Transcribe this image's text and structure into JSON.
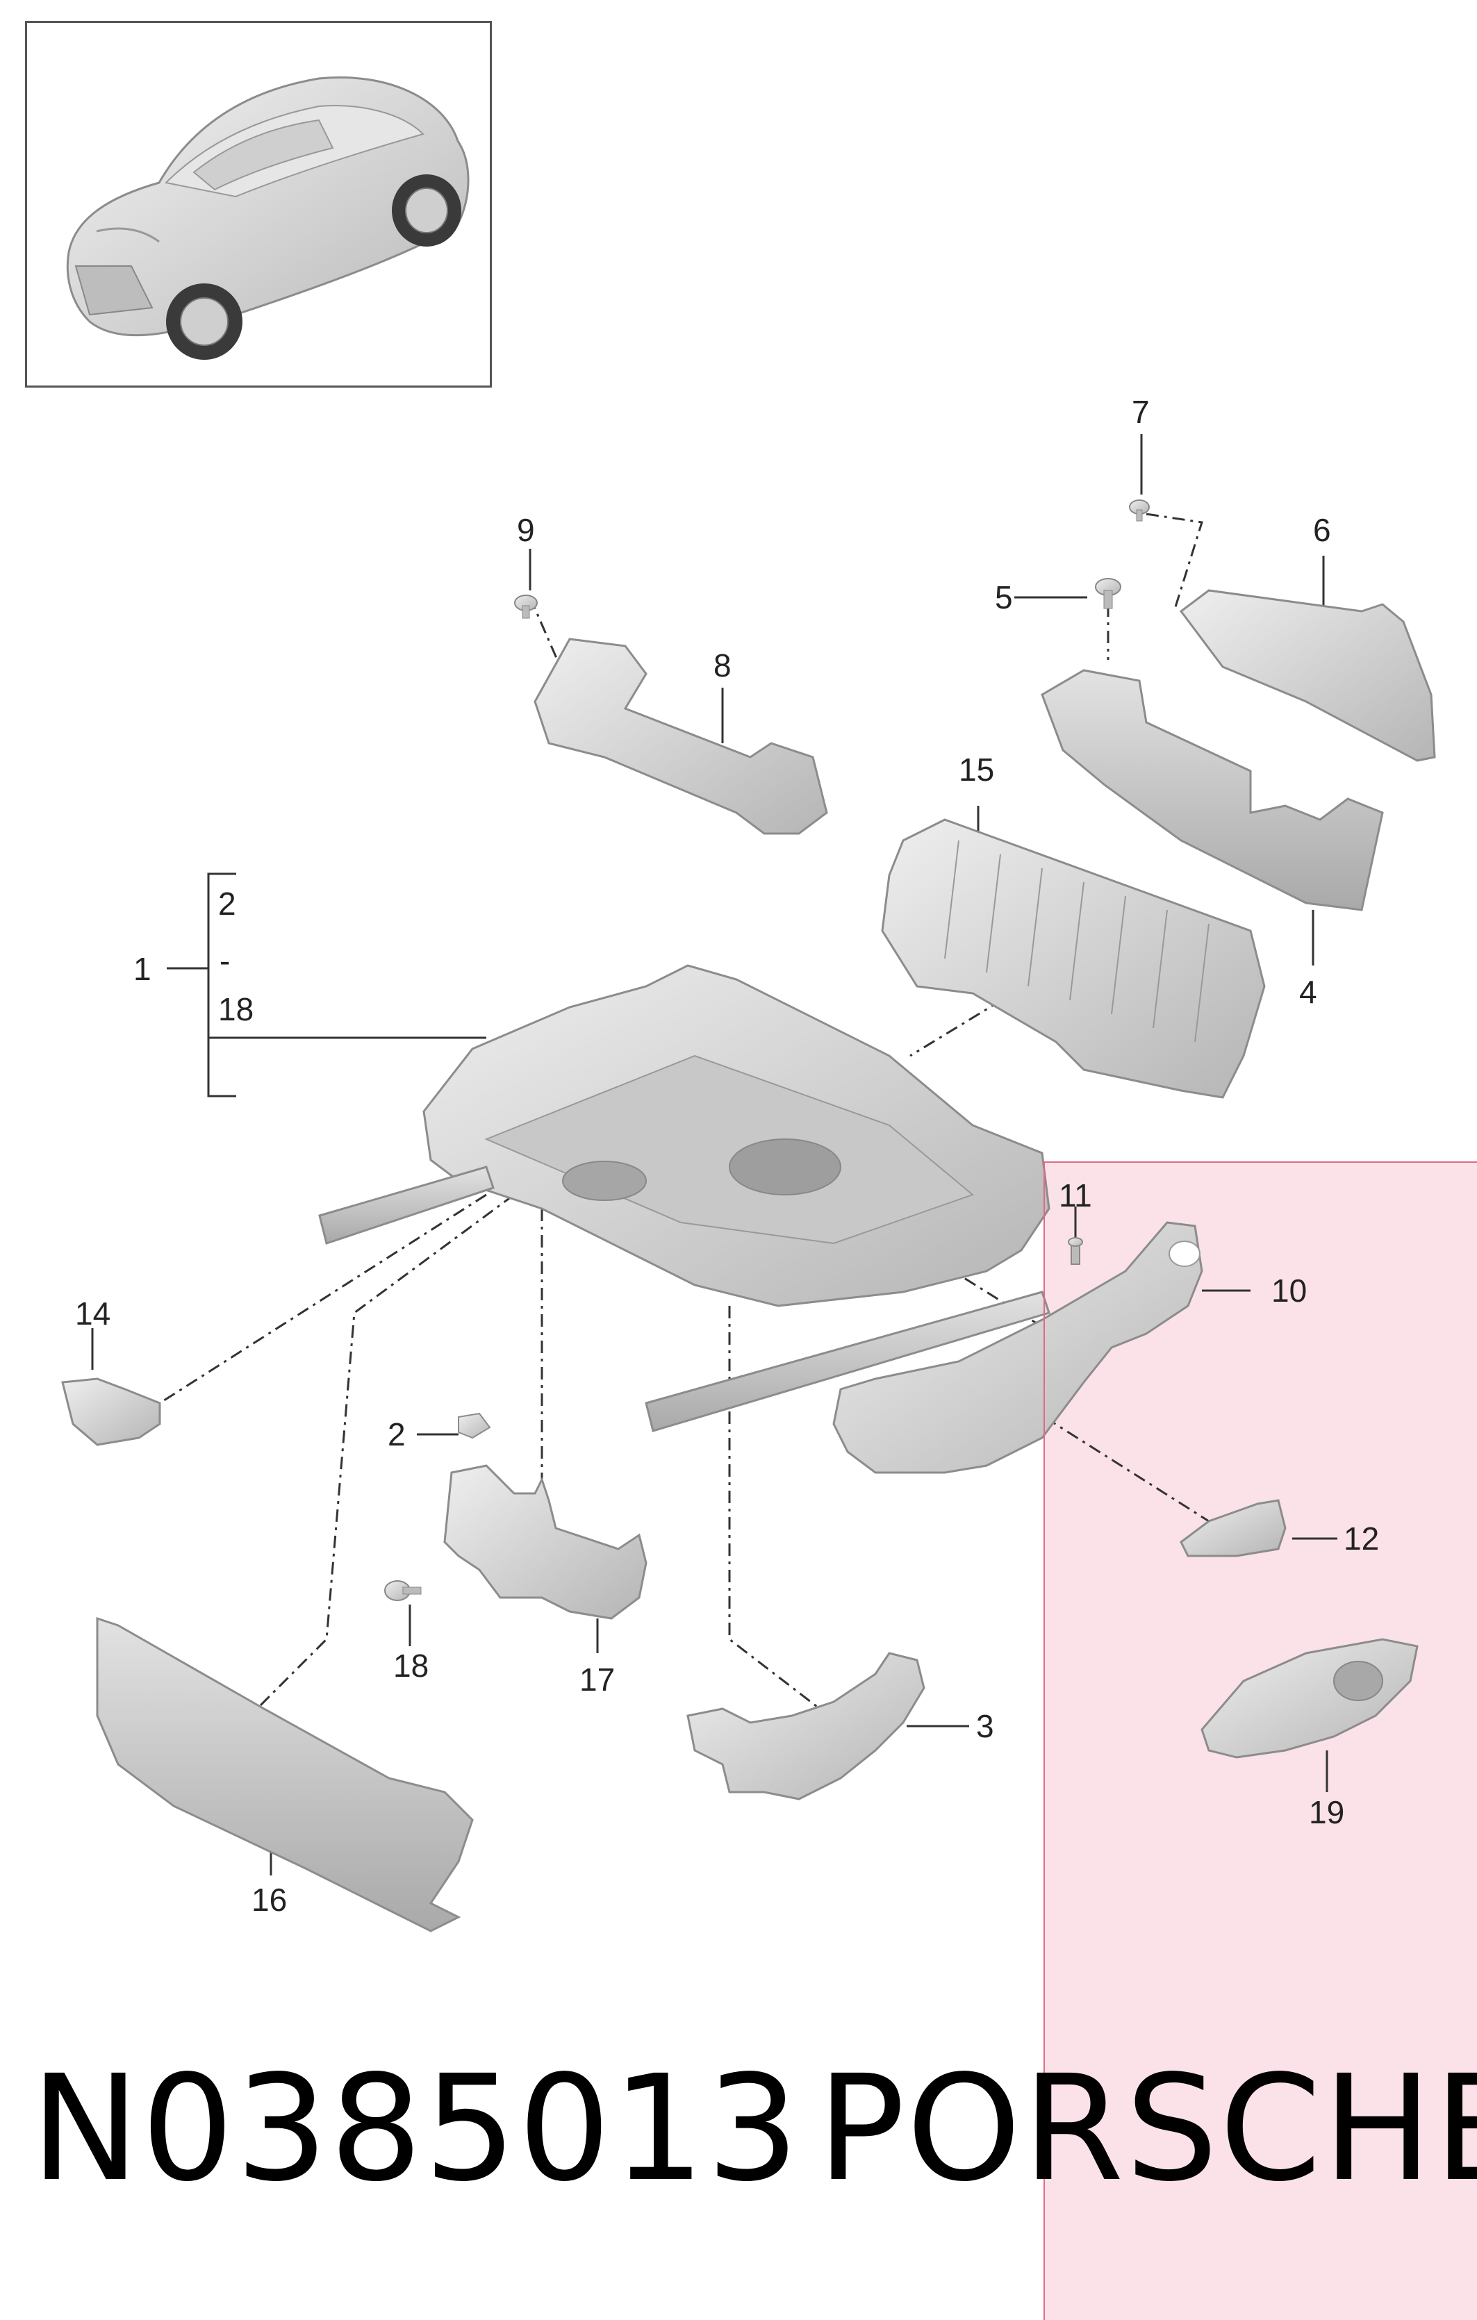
{
  "diagram": {
    "part_number": "N0385013",
    "brand": "PORSCHE",
    "range_bracket": {
      "top": "2",
      "mid": "-",
      "bottom": "18"
    },
    "callouts": [
      "1",
      "2",
      "3",
      "4",
      "5",
      "6",
      "7",
      "8",
      "9",
      "10",
      "11",
      "12",
      "14",
      "15",
      "16",
      "17",
      "18",
      "19"
    ],
    "colors": {
      "part_fill": "#d6d6d6",
      "part_stroke": "#8c8c8c",
      "highlight_fill": "#f8cbd6",
      "highlight_border": "#e06a86",
      "leader": "#333333"
    }
  }
}
